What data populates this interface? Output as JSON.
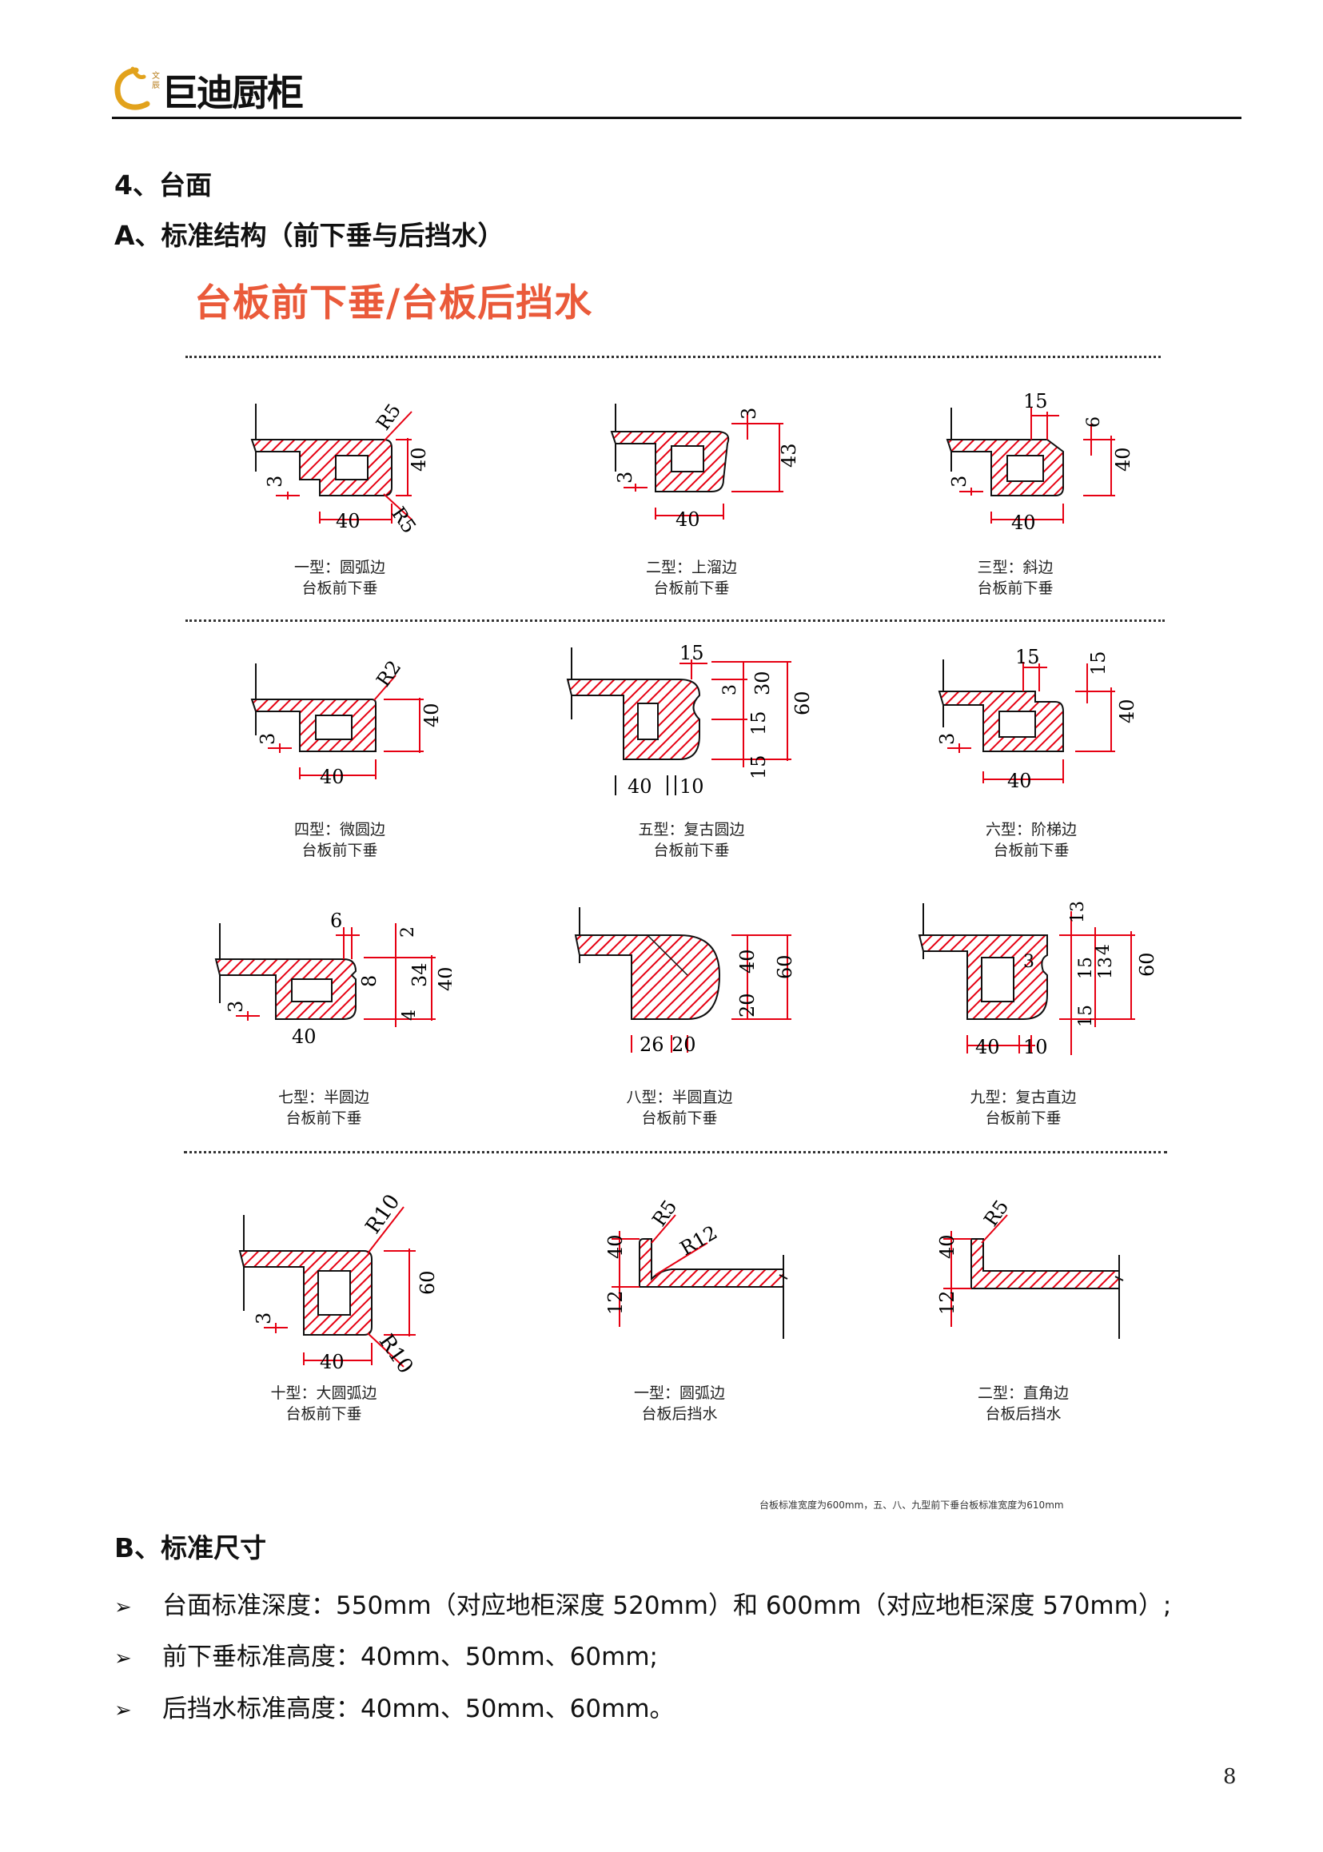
{
  "header": {
    "logo_sub": "文辰",
    "logo_text": "巨迪厨柜"
  },
  "headings": {
    "section4": "4、台面",
    "sectionA": "A、标准结构（前下垂与后挡水）",
    "sectionB": "B、标准尺寸"
  },
  "banner": "台板前下垂/台板后挡水",
  "colors": {
    "accent": "#ea5a3a",
    "hatch": "#e60012"
  },
  "diagrams": [
    {
      "caption_1": "一型：圆弧边",
      "caption_2": "台板前下垂",
      "dims": [
        "R5",
        "40",
        "3",
        "40",
        "R5"
      ]
    },
    {
      "caption_1": "二型：上溜边",
      "caption_2": "台板前下垂",
      "dims": [
        "3",
        "43",
        "3",
        "40"
      ]
    },
    {
      "caption_1": "三型：斜边",
      "caption_2": "台板前下垂",
      "dims": [
        "15",
        "6",
        "40",
        "3",
        "40"
      ]
    },
    {
      "caption_1": "四型：微圆边",
      "caption_2": "台板前下垂",
      "dims": [
        "R2",
        "40",
        "3",
        "40"
      ]
    },
    {
      "caption_1": "五型：复古圆边",
      "caption_2": "台板前下垂",
      "dims": [
        "15",
        "3",
        "30",
        "15",
        "60",
        "15",
        "40",
        "10"
      ]
    },
    {
      "caption_1": "六型：阶梯边",
      "caption_2": "台板前下垂",
      "dims": [
        "15",
        "15",
        "40",
        "3",
        "40"
      ]
    },
    {
      "caption_1": "七型：半圆边",
      "caption_2": "台板前下垂",
      "dims": [
        "6",
        "2",
        "8",
        "34",
        "40",
        "4",
        "3",
        "40"
      ]
    },
    {
      "caption_1": "八型：半圆直边",
      "caption_2": "台板前下垂",
      "dims": [
        "40",
        "60",
        "20",
        "26",
        "20"
      ]
    },
    {
      "caption_1": "九型：复古直边",
      "caption_2": "台板前下垂",
      "dims": [
        "13",
        "3",
        "4",
        "15",
        "13",
        "60",
        "15",
        "40",
        "10"
      ]
    },
    {
      "caption_1": "十型：大圆弧边",
      "caption_2": "台板前下垂",
      "dims": [
        "R10",
        "60",
        "3",
        "40",
        "R10"
      ]
    },
    {
      "caption_1": "一型：圆弧边",
      "caption_2": "台板后挡水",
      "dims": [
        "R5",
        "R12",
        "40",
        "12"
      ]
    },
    {
      "caption_1": "二型：直角边",
      "caption_2": "台板后挡水",
      "dims": [
        "R5",
        "40",
        "12"
      ]
    }
  ],
  "note": "台板标准宽度为600mm，五、八、九型前下垂台板标准宽度为610mm",
  "bullets": [
    "台面标准深度：550mm（对应地柜深度 520mm）和 600mm（对应地柜深度 570mm）;",
    "前下垂标准高度：40mm、50mm、60mm;",
    "后挡水标准高度：40mm、50mm、60mm。"
  ],
  "page_number": "8"
}
